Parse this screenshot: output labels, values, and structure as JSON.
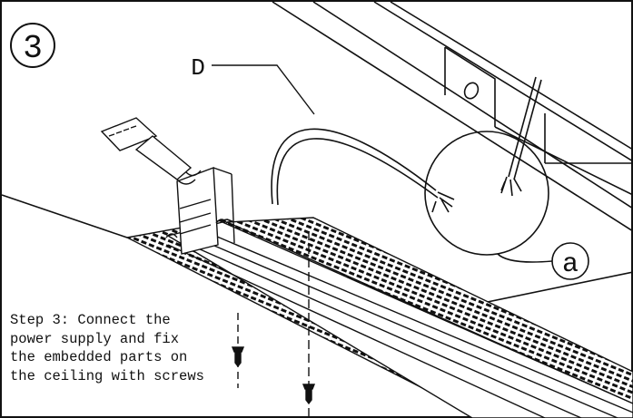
{
  "step": {
    "number": "3",
    "description": "Step 3: Connect the power supply and fix the embedded parts on the ceiling with screws"
  },
  "callouts": {
    "cable_label": "D",
    "detail_label": "a"
  },
  "colors": {
    "line": "#111111",
    "background": "#ffffff"
  }
}
